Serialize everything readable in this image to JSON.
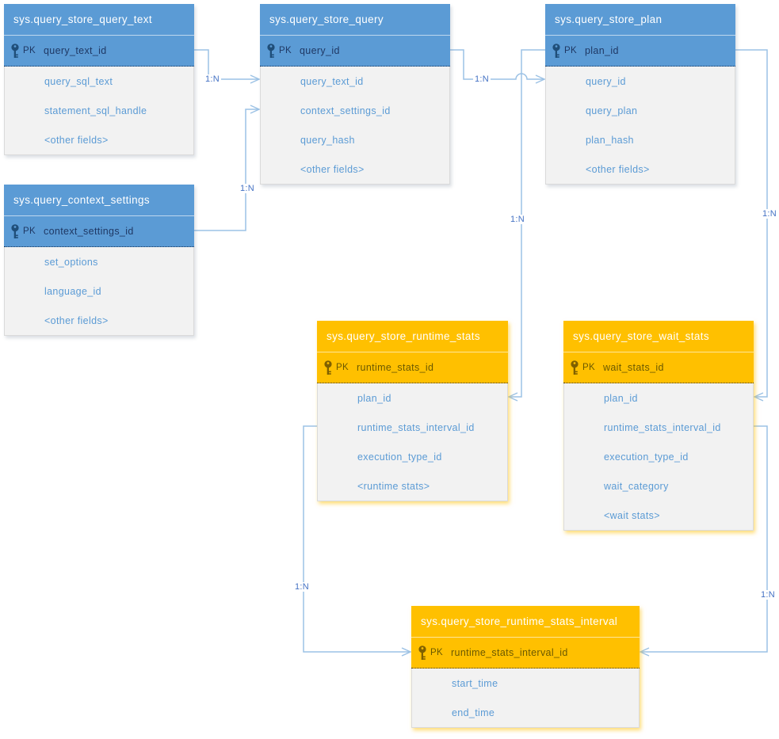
{
  "colors": {
    "blue_header": "#5B9BD5",
    "orange_header": "#FFC000",
    "header_text": "#FFFFFF",
    "body_bg": "#F2F2F2",
    "field_text": "#5B9BD5",
    "pk_text_blue": "#1F3864",
    "pk_text_orange": "#6B5900",
    "connector": "#9CC2E5",
    "cardinality_text": "#4472C4"
  },
  "tables": [
    {
      "name": "sys.query_store_query_text",
      "theme": "blue",
      "pk_label": "PK",
      "pk_field": "query_text_id",
      "fields": [
        "query_sql_text",
        "statement_sql_handle",
        "<other fields>"
      ]
    },
    {
      "name": "sys.query_store_query",
      "theme": "blue",
      "pk_label": "PK",
      "pk_field": "query_id",
      "fields": [
        "query_text_id",
        "context_settings_id",
        "query_hash",
        "<other fields>"
      ]
    },
    {
      "name": "sys.query_store_plan",
      "theme": "blue",
      "pk_label": "PK",
      "pk_field": "plan_id",
      "fields": [
        "query_id",
        "query_plan",
        "plan_hash",
        "<other fields>"
      ]
    },
    {
      "name": "sys.query_context_settings",
      "theme": "blue",
      "pk_label": "PK",
      "pk_field": "context_settings_id",
      "fields": [
        "set_options",
        "language_id",
        "<other fields>"
      ]
    },
    {
      "name": "sys.query_store_runtime_stats",
      "theme": "orange",
      "pk_label": "PK",
      "pk_field": "runtime_stats_id",
      "fields": [
        "plan_id",
        "runtime_stats_interval_id",
        "execution_type_id",
        "<runtime stats>"
      ]
    },
    {
      "name": "sys.query_store_wait_stats",
      "theme": "orange",
      "pk_label": "PK",
      "pk_field": "wait_stats_id",
      "fields": [
        "plan_id",
        "runtime_stats_interval_id",
        "execution_type_id",
        "wait_category",
        "<wait stats>"
      ]
    },
    {
      "name": "sys.query_store_runtime_stats_interval",
      "theme": "orange",
      "pk_label": "PK",
      "pk_field": "runtime_stats_interval_id",
      "fields": [
        "start_time",
        "end_time"
      ]
    }
  ],
  "relationships": [
    {
      "from": "sys.query_store_query_text.query_text_id",
      "to": "sys.query_store_query.query_text_id",
      "label": "1:N"
    },
    {
      "from": "sys.query_context_settings.context_settings_id",
      "to": "sys.query_store_query.context_settings_id",
      "label": "1:N"
    },
    {
      "from": "sys.query_store_query.query_id",
      "to": "sys.query_store_plan.query_id",
      "label": "1:N"
    },
    {
      "from": "sys.query_store_plan.plan_id",
      "to": "sys.query_store_runtime_stats.plan_id",
      "label": "1:N"
    },
    {
      "from": "sys.query_store_plan.plan_id",
      "to": "sys.query_store_wait_stats.plan_id",
      "label": "1:N"
    },
    {
      "from": "sys.query_store_runtime_stats.runtime_stats_interval_id",
      "to": "sys.query_store_runtime_stats_interval.runtime_stats_interval_id",
      "label": "1:N"
    },
    {
      "from": "sys.query_store_wait_stats.runtime_stats_interval_id",
      "to": "sys.query_store_runtime_stats_interval.runtime_stats_interval_id",
      "label": "1:N"
    }
  ]
}
